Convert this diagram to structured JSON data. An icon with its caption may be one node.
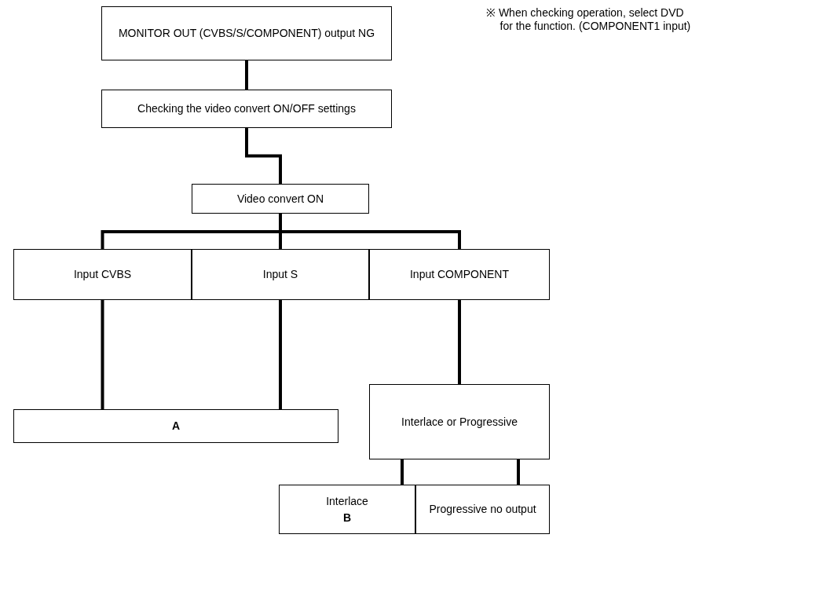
{
  "diagram": {
    "nodes": [
      {
        "text": [
          "MONITOR OUT (CVBS/S/COMPONENT) output NG"
        ]
      },
      {
        "text": [
          "Checking the video convert ON/OFF settings"
        ]
      },
      {
        "text": [
          "Video convert ON"
        ]
      },
      {
        "text": [
          "Input CVBS"
        ]
      },
      {
        "text": [
          "Input S"
        ]
      },
      {
        "text": [
          "Input COMPONENT"
        ]
      },
      {
        "text": [
          "A"
        ]
      },
      {
        "text": [
          "Interlace or Progressive"
        ]
      },
      {
        "text": [
          "Interlace",
          "B"
        ]
      },
      {
        "text": [
          "Progressive no output"
        ]
      }
    ],
    "edges": [
      {
        "from": 0,
        "to": 1,
        "arrow": "none"
      },
      {
        "from": 1,
        "to": 2,
        "arrow": "none"
      },
      {
        "from": 2,
        "to": 3,
        "arrow": "none"
      },
      {
        "from": 2,
        "to": 4,
        "arrow": "none"
      },
      {
        "from": 2,
        "to": 5,
        "arrow": "none"
      },
      {
        "from": 3,
        "to": 6,
        "arrow": "none"
      },
      {
        "from": 4,
        "to": 6,
        "arrow": "none"
      },
      {
        "from": 5,
        "to": 7,
        "arrow": "none"
      },
      {
        "from": 7,
        "to": 8,
        "arrow": "none"
      },
      {
        "from": 7,
        "to": 9,
        "arrow": "none"
      }
    ],
    "labels": [
      "※ When checking operation, select DVD for the function. (COMPONENT1 input)"
    ]
  }
}
